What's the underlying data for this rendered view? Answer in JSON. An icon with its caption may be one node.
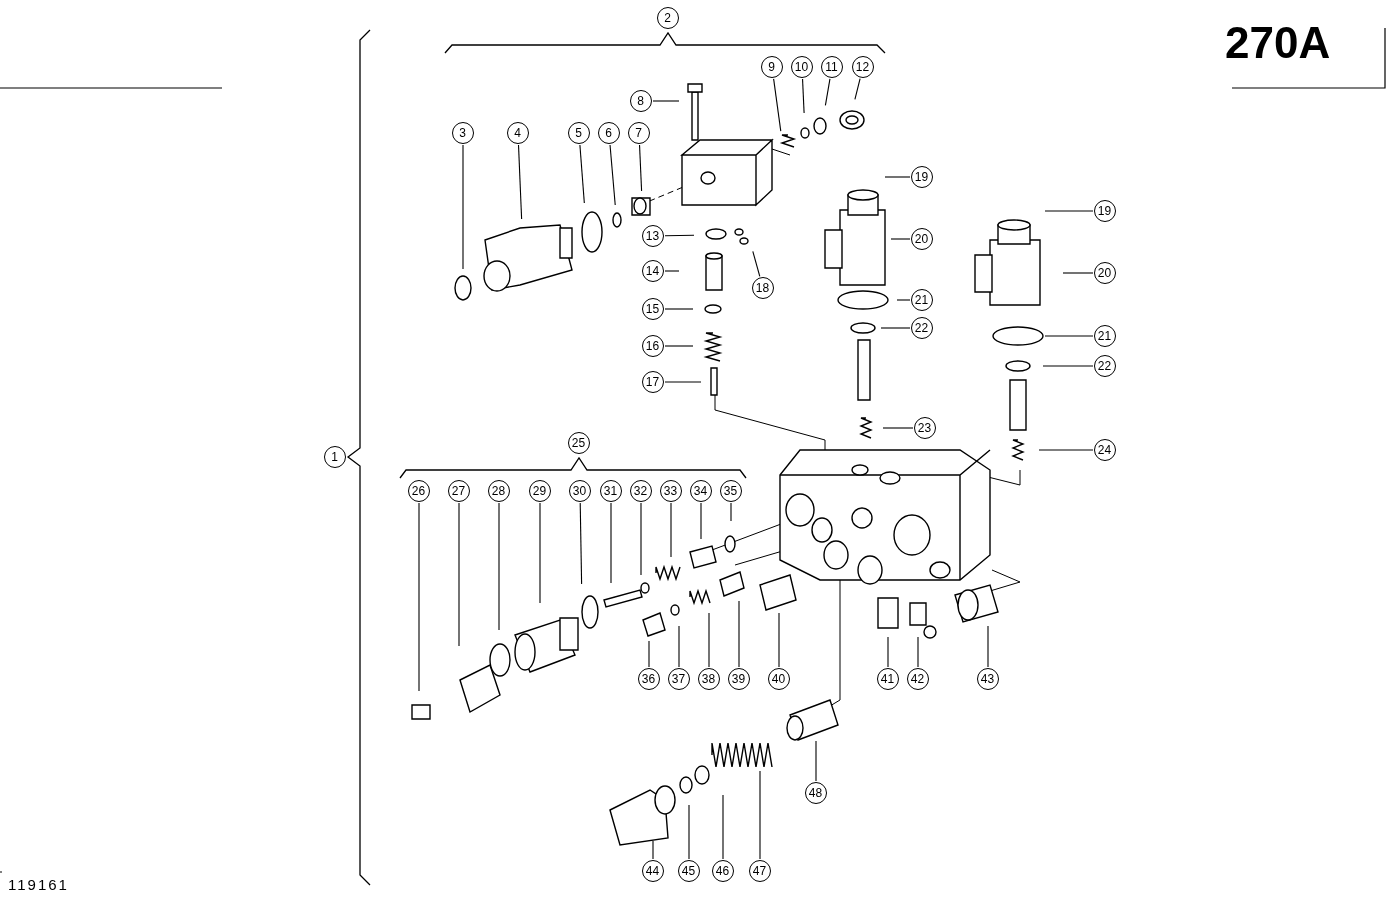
{
  "diagram": {
    "nodes": [
      {
        "text": [
          "2"
        ]
      },
      {
        "text": [
          "9"
        ]
      },
      {
        "text": [
          "10"
        ]
      },
      {
        "text": [
          "11"
        ]
      },
      {
        "text": [
          "12"
        ]
      },
      {
        "text": [
          "8"
        ]
      },
      {
        "text": [
          "3"
        ]
      },
      {
        "text": [
          "4"
        ]
      },
      {
        "text": [
          "5"
        ]
      },
      {
        "text": [
          "6"
        ]
      },
      {
        "text": [
          "7"
        ]
      },
      {
        "text": [
          "19"
        ]
      },
      {
        "text": [
          "19"
        ]
      },
      {
        "text": [
          "13"
        ]
      },
      {
        "text": [
          "20"
        ]
      },
      {
        "text": [
          "14"
        ]
      },
      {
        "text": [
          "20"
        ]
      },
      {
        "text": [
          "18"
        ]
      },
      {
        "text": [
          "21"
        ]
      },
      {
        "text": [
          "15"
        ]
      },
      {
        "text": [
          "22"
        ]
      },
      {
        "text": [
          "21"
        ]
      },
      {
        "text": [
          "16"
        ]
      },
      {
        "text": [
          "22"
        ]
      },
      {
        "text": [
          "17"
        ]
      },
      {
        "text": [
          "23"
        ]
      },
      {
        "text": [
          "25"
        ]
      },
      {
        "text": [
          "24"
        ]
      },
      {
        "text": [
          "1"
        ]
      },
      {
        "text": [
          "26"
        ]
      },
      {
        "text": [
          "27"
        ]
      },
      {
        "text": [
          "28"
        ]
      },
      {
        "text": [
          "29"
        ]
      },
      {
        "text": [
          "30"
        ]
      },
      {
        "text": [
          "31"
        ]
      },
      {
        "text": [
          "32"
        ]
      },
      {
        "text": [
          "33"
        ]
      },
      {
        "text": [
          "34"
        ]
      },
      {
        "text": [
          "35"
        ]
      },
      {
        "text": [
          "36"
        ]
      },
      {
        "text": [
          "37"
        ]
      },
      {
        "text": [
          "38"
        ]
      },
      {
        "text": [
          "39"
        ]
      },
      {
        "text": [
          "40"
        ]
      },
      {
        "text": [
          "41"
        ]
      },
      {
        "text": [
          "42"
        ]
      },
      {
        "text": [
          "43"
        ]
      },
      {
        "text": [
          "48"
        ]
      },
      {
        "text": [
          "44"
        ]
      },
      {
        "text": [
          "45"
        ]
      },
      {
        "text": [
          "46"
        ]
      },
      {
        "text": [
          "47"
        ]
      }
    ],
    "edges": [
      {
        "from": 1,
        "to": null,
        "arrow": "none"
      },
      {
        "from": 2,
        "to": null,
        "arrow": "none"
      },
      {
        "from": 3,
        "to": null,
        "arrow": "none"
      },
      {
        "from": 4,
        "to": null,
        "arrow": "none"
      },
      {
        "from": 5,
        "to": null,
        "arrow": "none"
      },
      {
        "from": 6,
        "to": null,
        "arrow": "none"
      },
      {
        "from": 7,
        "to": null,
        "arrow": "none"
      },
      {
        "from": 8,
        "to": null,
        "arrow": "none"
      },
      {
        "from": 9,
        "to": null,
        "arrow": "none"
      },
      {
        "from": 10,
        "to": null,
        "arrow": "none"
      },
      {
        "from": 11,
        "to": null,
        "arrow": "none"
      },
      {
        "from": 12,
        "to": null,
        "arrow": "none"
      },
      {
        "from": 13,
        "to": null,
        "arrow": "none"
      },
      {
        "from": 14,
        "to": null,
        "arrow": "none"
      },
      {
        "from": 15,
        "to": null,
        "arrow": "none"
      },
      {
        "from": 16,
        "to": null,
        "arrow": "none"
      },
      {
        "from": 17,
        "to": null,
        "arrow": "none"
      },
      {
        "from": 18,
        "to": null,
        "arrow": "none"
      },
      {
        "from": 19,
        "to": null,
        "arrow": "none"
      },
      {
        "from": 20,
        "to": null,
        "arrow": "none"
      },
      {
        "from": 21,
        "to": null,
        "arrow": "none"
      },
      {
        "from": 22,
        "to": null,
        "arrow": "none"
      },
      {
        "from": 23,
        "to": null,
        "arrow": "none"
      },
      {
        "from": 24,
        "to": null,
        "arrow": "none"
      },
      {
        "from": 25,
        "to": null,
        "arrow": "none"
      },
      {
        "from": 27,
        "to": null,
        "arrow": "none"
      },
      {
        "from": 29,
        "to": null,
        "arrow": "none"
      },
      {
        "from": 30,
        "to": null,
        "arrow": "none"
      },
      {
        "from": 31,
        "to": null,
        "arrow": "none"
      },
      {
        "from": 32,
        "to": null,
        "arrow": "none"
      },
      {
        "from": 33,
        "to": null,
        "arrow": "none"
      },
      {
        "from": 34,
        "to": null,
        "arrow": "none"
      },
      {
        "from": 35,
        "to": null,
        "arrow": "none"
      },
      {
        "from": 36,
        "to": null,
        "arrow": "none"
      },
      {
        "from": 37,
        "to": null,
        "arrow": "none"
      },
      {
        "from": 38,
        "to": null,
        "arrow": "none"
      },
      {
        "from": 39,
        "to": null,
        "arrow": "none"
      },
      {
        "from": 40,
        "to": null,
        "arrow": "none"
      },
      {
        "from": 41,
        "to": null,
        "arrow": "none"
      },
      {
        "from": 42,
        "to": null,
        "arrow": "none"
      },
      {
        "from": 43,
        "to": null,
        "arrow": "none"
      },
      {
        "from": 44,
        "to": null,
        "arrow": "none"
      },
      {
        "from": 45,
        "to": null,
        "arrow": "none"
      },
      {
        "from": 46,
        "to": null,
        "arrow": "none"
      },
      {
        "from": 47,
        "to": null,
        "arrow": "none"
      },
      {
        "from": 48,
        "to": null,
        "arrow": "none"
      },
      {
        "from": 49,
        "to": null,
        "arrow": "none"
      },
      {
        "from": 50,
        "to": null,
        "arrow": "none"
      },
      {
        "from": 51,
        "to": null,
        "arrow": "none"
      }
    ],
    "labels": [
      "270A",
      "119161"
    ]
  }
}
